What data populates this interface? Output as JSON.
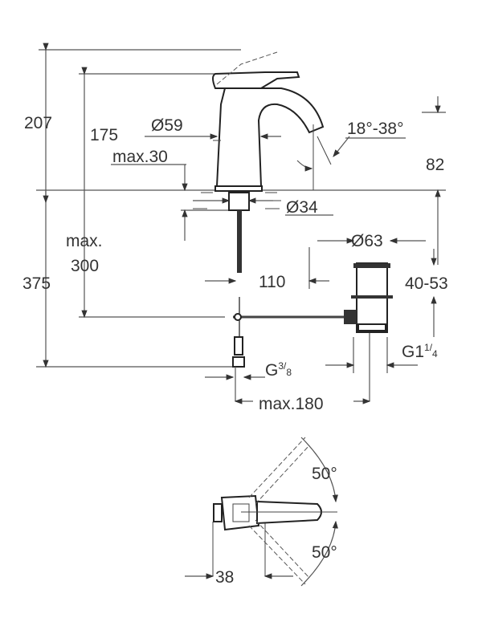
{
  "side_view": {
    "height_total": "207",
    "height_outlet": "175",
    "body_diameter": "Ø59",
    "spout_angle": "18°-38°",
    "max_thickness": "max.30",
    "spout_height": "82",
    "hole_diameter": "Ø34",
    "max_depth_line1": "max.",
    "max_depth_line2": "300",
    "total_depth": "375",
    "reach": "110",
    "drain_diameter": "Ø63",
    "drain_range": "40-53",
    "inlet_thread": {
      "base": "G",
      "num": "3",
      "den": "8"
    },
    "drain_thread": {
      "base": "G1",
      "num": "1",
      "den": "4"
    },
    "max_distance": "max.180"
  },
  "top_view": {
    "angle_upper": "50°",
    "angle_lower": "50°",
    "width": "38"
  }
}
